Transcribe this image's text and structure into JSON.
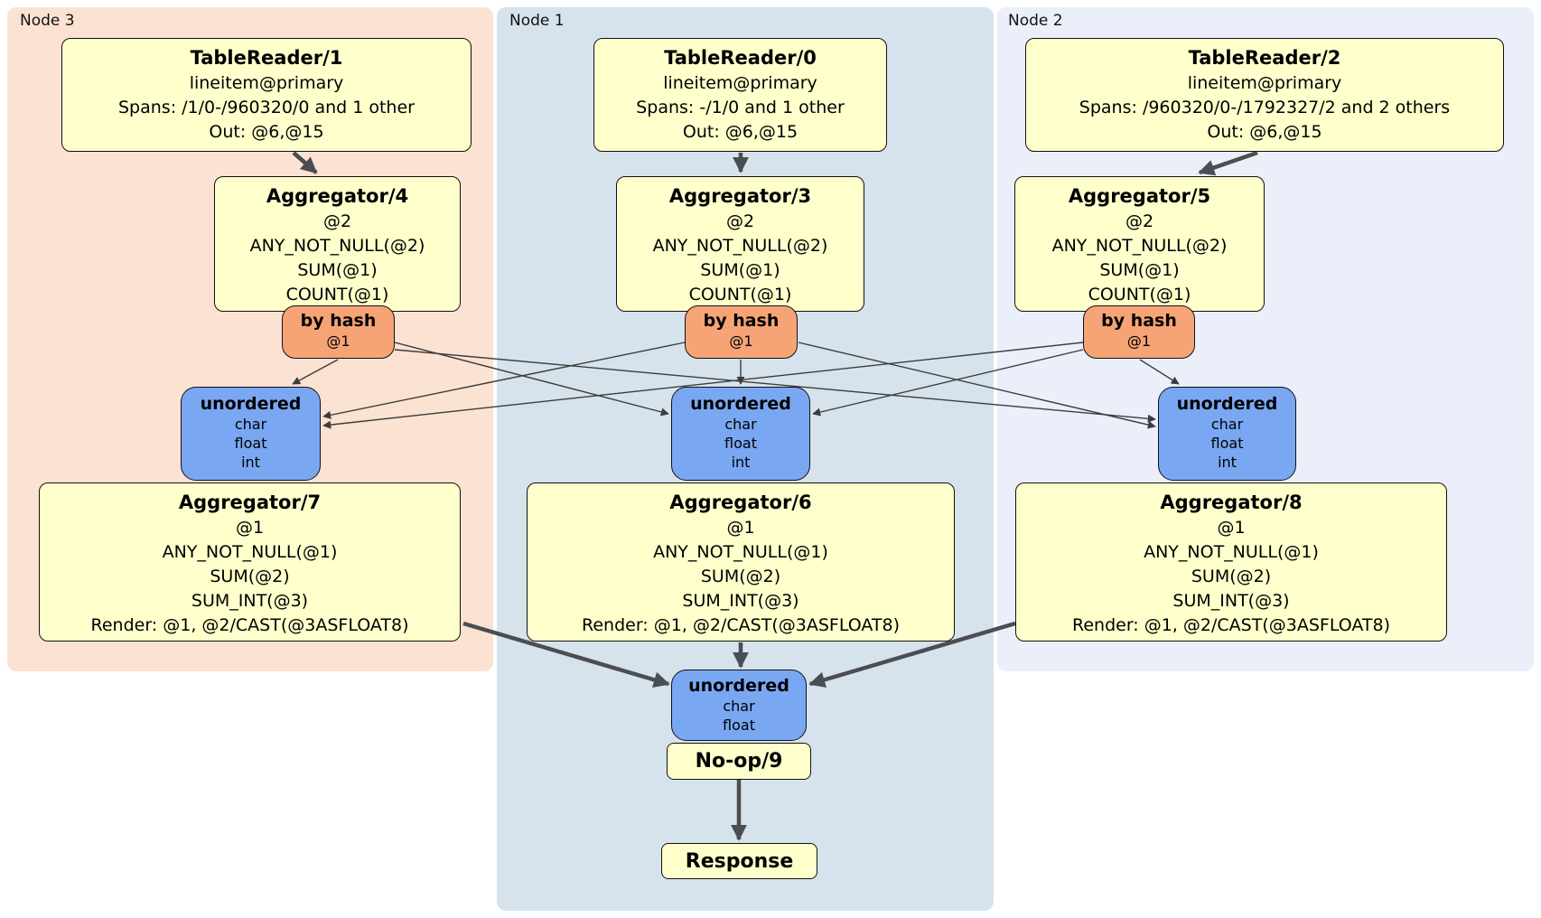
{
  "regions": [
    {
      "label": "Node 3",
      "color": "#fce2d3"
    },
    {
      "label": "Node 1",
      "color": "#d7e3ec"
    },
    {
      "label": "Node 2",
      "color": "#eaeffa"
    }
  ],
  "nodes": [
    {
      "table_reader": {
        "title": "TableReader/1",
        "lines": [
          "lineitem@primary",
          "Spans: /1/0-/960320/0 and 1 other",
          "Out: @6,@15"
        ]
      },
      "aggregator_top": {
        "title": "Aggregator/4",
        "lines": [
          "@2",
          "ANY_NOT_NULL(@2)",
          "SUM(@1)",
          "COUNT(@1)"
        ]
      },
      "hash_router": {
        "title": "by hash",
        "detail": "@1"
      },
      "sync": {
        "title": "unordered",
        "lines": [
          "char",
          "float",
          "int"
        ]
      },
      "aggregator_bottom": {
        "title": "Aggregator/7",
        "lines": [
          "@1",
          "ANY_NOT_NULL(@1)",
          "SUM(@2)",
          "SUM_INT(@3)",
          "Render: @1, @2/CAST(@3ASFLOAT8)"
        ]
      }
    },
    {
      "table_reader": {
        "title": "TableReader/0",
        "lines": [
          "lineitem@primary",
          "Spans: -/1/0 and 1 other",
          "Out: @6,@15"
        ]
      },
      "aggregator_top": {
        "title": "Aggregator/3",
        "lines": [
          "@2",
          "ANY_NOT_NULL(@2)",
          "SUM(@1)",
          "COUNT(@1)"
        ]
      },
      "hash_router": {
        "title": "by hash",
        "detail": "@1"
      },
      "sync": {
        "title": "unordered",
        "lines": [
          "char",
          "float",
          "int"
        ]
      },
      "aggregator_bottom": {
        "title": "Aggregator/6",
        "lines": [
          "@1",
          "ANY_NOT_NULL(@1)",
          "SUM(@2)",
          "SUM_INT(@3)",
          "Render: @1, @2/CAST(@3ASFLOAT8)"
        ]
      }
    },
    {
      "table_reader": {
        "title": "TableReader/2",
        "lines": [
          "lineitem@primary",
          "Spans: /960320/0-/1792327/2 and 2 others",
          "Out: @6,@15"
        ]
      },
      "aggregator_top": {
        "title": "Aggregator/5",
        "lines": [
          "@2",
          "ANY_NOT_NULL(@2)",
          "SUM(@1)",
          "COUNT(@1)"
        ]
      },
      "hash_router": {
        "title": "by hash",
        "detail": "@1"
      },
      "sync": {
        "title": "unordered",
        "lines": [
          "char",
          "float",
          "int"
        ]
      },
      "aggregator_bottom": {
        "title": "Aggregator/8",
        "lines": [
          "@1",
          "ANY_NOT_NULL(@1)",
          "SUM(@2)",
          "SUM_INT(@3)",
          "Render: @1, @2/CAST(@3ASFLOAT8)"
        ]
      }
    }
  ],
  "output": {
    "sync": {
      "title": "unordered",
      "lines": [
        "char",
        "float"
      ]
    },
    "noop_title": "No-op/9",
    "response_title": "Response"
  },
  "colors": {
    "processor_fill": "#ffffcc",
    "router_fill": "#f6a475",
    "sync_fill": "#7aa7f2",
    "edge_thick": "#4a4e52",
    "edge_thin": "#3c3c3c"
  }
}
